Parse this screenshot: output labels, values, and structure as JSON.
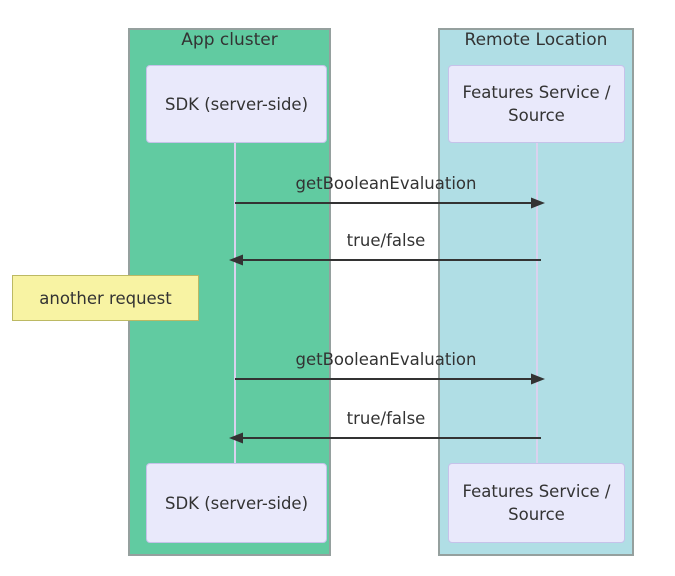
{
  "diagram": {
    "type": "sequence-diagram",
    "groups": [
      {
        "label": "App cluster",
        "bg": "#61CBA1"
      },
      {
        "label": "Remote Location",
        "bg": "#B0DEE5"
      }
    ],
    "actors": [
      {
        "id": "sdk",
        "label": "SDK (server-side)",
        "group": "App cluster"
      },
      {
        "id": "features",
        "label": "Features Service / Source",
        "group": "Remote Location"
      }
    ],
    "messages": [
      {
        "from": "sdk",
        "to": "features",
        "direction": "right",
        "label": "getBooleanEvaluation"
      },
      {
        "from": "features",
        "to": "sdk",
        "direction": "left",
        "label": "true/false"
      },
      {
        "from": "sdk",
        "to": "features",
        "direction": "right",
        "label": "getBooleanEvaluation"
      },
      {
        "from": "features",
        "to": "sdk",
        "direction": "left",
        "label": "true/false"
      }
    ],
    "note": {
      "label": "another request",
      "position": "left of sdk lifeline"
    },
    "colors": {
      "app_cluster_bg": "#61CBA1",
      "remote_location_bg": "#B0DEE5",
      "group_border": "#95A09E",
      "actor_fill": "#E9E9FB",
      "actor_border": "#C6C2EA",
      "lifeline": "#D9D2EE",
      "note_fill": "#F8F3A3",
      "note_border": "#BCB963",
      "message_line": "#333333",
      "text": "#333333"
    }
  }
}
